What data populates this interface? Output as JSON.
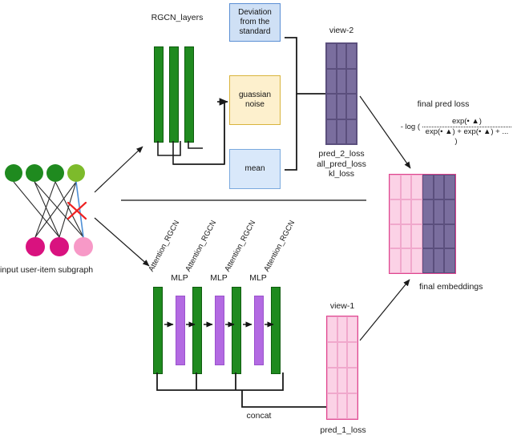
{
  "diagram": {
    "title_labels": {
      "rgcn_layers": "RGCN_layers",
      "view2": "view-2",
      "view1": "view-1",
      "final_pred_loss": "final pred loss",
      "final_embeddings": "final embeddings",
      "input_subgraph": "input user-item subgraph",
      "concat": "concat",
      "pred_1_loss": "pred_1_loss"
    },
    "vae_boxes": [
      {
        "name": "deviation",
        "text": "Deviation from the standard",
        "fill": "#cfe0f5",
        "stroke": "#5b8fd4"
      },
      {
        "name": "gaussian-noise",
        "text": "guassian noise",
        "fill": "#fdf0cd",
        "stroke": "#d9b43c"
      },
      {
        "name": "mean",
        "text": "mean",
        "fill": "#d9e8fa",
        "stroke": "#7aa9de"
      }
    ],
    "view2_losses": [
      "pred_2_loss",
      "all_pred_loss",
      "kl_loss"
    ],
    "branch_labels": {
      "attention_rgcn": "Attention_RGCN",
      "mlp": "MLP"
    },
    "attention_rgcn_labels": [
      "Attention_RGCN",
      "Attention_RGCN",
      "Attention_RGCN",
      "Attention_RGCN"
    ],
    "mlp_labels": [
      "MLP",
      "MLP",
      "MLP"
    ],
    "formula": {
      "prefix": "- log (",
      "numerator": "exp(• ▲)",
      "denominator": "exp(• ▲) + exp(• ▲) + ...",
      "suffix": ")"
    },
    "graph": {
      "top_nodes": [
        {
          "name": "user-node-1",
          "color": "#1f8a1f"
        },
        {
          "name": "user-node-2",
          "color": "#1f8a1f"
        },
        {
          "name": "user-node-3",
          "color": "#1f8a1f"
        },
        {
          "name": "user-node-4",
          "color": "#7dbb2b"
        }
      ],
      "bottom_nodes": [
        {
          "name": "item-node-1",
          "color": "#d9127f"
        },
        {
          "name": "item-node-2",
          "color": "#d9127f"
        },
        {
          "name": "item-node-3",
          "color": "#f799c7"
        }
      ],
      "removed_edge_marker": "✕"
    },
    "colors": {
      "green_bar": "#1f8a1f",
      "purple_bar": "#b36ae2",
      "view2_fill": "#7a6e9e",
      "view1_fill": "#fbd2e6",
      "view1_stroke": "#e0458f",
      "accent_red": "#ee2222"
    },
    "matrices": {
      "view2": {
        "rows": 4,
        "cols": 3
      },
      "view1": {
        "rows": 4,
        "cols": 3
      },
      "final_embeddings": {
        "rows": 4,
        "cols_pink": 3,
        "cols_purple": 3
      }
    }
  }
}
